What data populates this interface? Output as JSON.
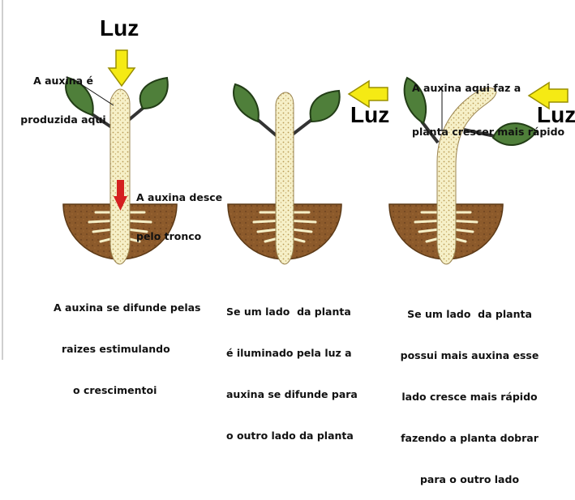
{
  "light_word": "Luz",
  "panels": [
    {
      "top_label_lines": [
        "A auxina é",
        "produzida aqui"
      ],
      "middle_label_lines": [
        "A auxina desce",
        "pelo tronco"
      ],
      "caption_lines": [
        "A auxina se difunde pelas",
        "raizes estimulando",
        "o crescimentoi"
      ],
      "light_from": "top"
    },
    {
      "caption_lines": [
        "Se um lado  da planta",
        "é iluminado pela luz a",
        "auxina se difunde para",
        "o outro lado da planta"
      ],
      "light_from": "right"
    },
    {
      "top_label_lines": [
        "A auxina aqui faz a",
        "planta crescer mais rápido"
      ],
      "caption_lines": [
        "Se um lado  da planta",
        "possui mais auxina esse",
        "lado cresce mais rápido",
        "fazendo a planta dobrar",
        "para o outro lado"
      ],
      "light_from": "right"
    }
  ],
  "colors": {
    "arrow_fill": "#f5ea14",
    "arrow_stroke": "#9a8f00",
    "auxin_arrow": "#d42020",
    "soil": "#8c5a2b",
    "leaf": "#4f7f3a",
    "stem": "#f6f0c8"
  }
}
